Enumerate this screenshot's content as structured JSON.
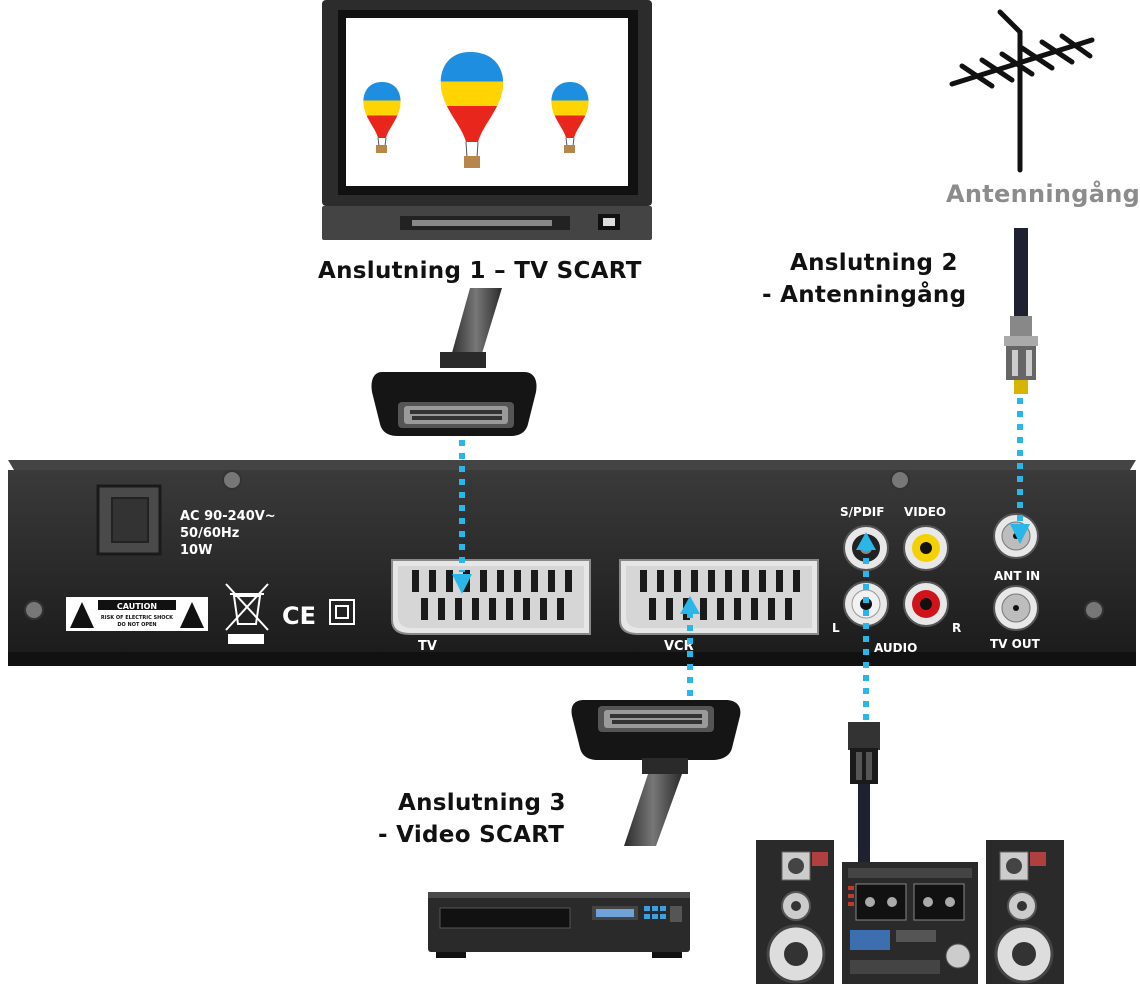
{
  "labels": {
    "conn1": "Anslutning 1 – TV SCART",
    "conn2_line1": "Anslutning 2",
    "conn2_line2": "- Antenningång",
    "conn3_line1": "Anslutning 3",
    "conn3_line2": "- Video SCART",
    "antenna": "Antenningång"
  },
  "panel": {
    "power_l1": "AC 90-240V~",
    "power_l2": "50/60Hz",
    "power_l3": "10W",
    "caution": "CAUTION",
    "caution_sub1": "RISK OF ELECTRIC SHOCK",
    "caution_sub2": "DO NOT OPEN",
    "ce": "CE",
    "tv": "TV",
    "vcr": "VCR",
    "spdif": "S/PDIF",
    "video": "VIDEO",
    "audio": "AUDIO",
    "left": "L",
    "right": "R",
    "ant_in": "ANT IN",
    "tv_out": "TV OUT"
  },
  "colors": {
    "cable_dotted": "#29b6e8",
    "device_body": "#2a2a2a",
    "antenna_label": "#8c8c8c",
    "rca_yellow": "#f4d200",
    "rca_red": "#d0131b",
    "rca_white": "#f2f2f2"
  },
  "icons": [
    "hot-air-balloon-icon",
    "weee-bin-icon",
    "class-ii-icon",
    "warning-triangle-icon"
  ]
}
